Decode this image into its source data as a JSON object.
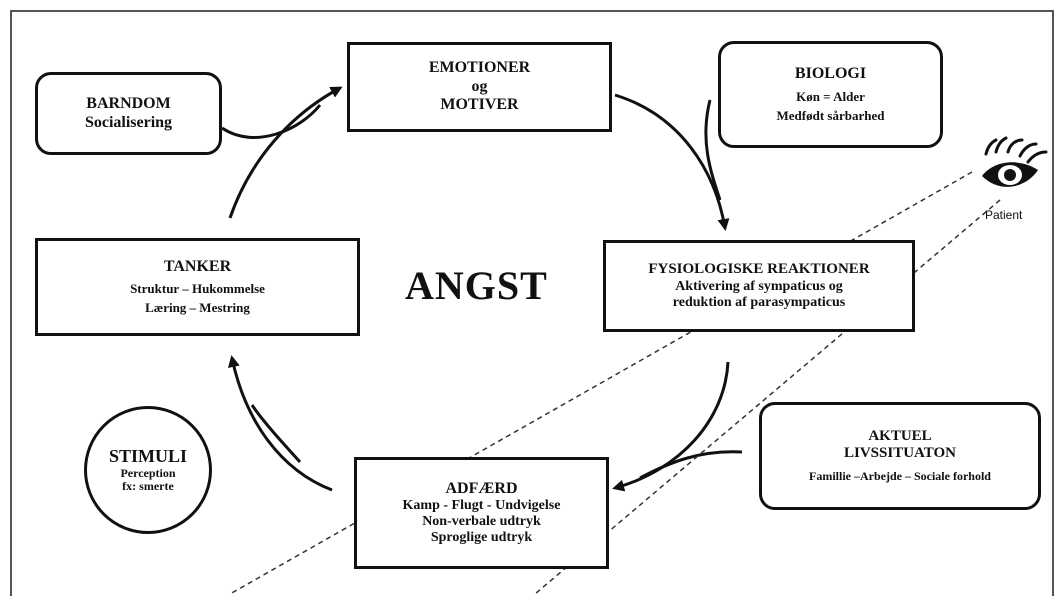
{
  "center": {
    "title": "ANGST"
  },
  "nodes": {
    "emotioner": {
      "lines": [
        "EMOTIONER",
        "og",
        "MOTIVER"
      ]
    },
    "barndom": {
      "lines": [
        "BARNDOM",
        "Socialisering"
      ]
    },
    "biologi": {
      "lines": [
        "BIOLOGI",
        "Køn = Alder",
        "Medfødt sårbarhed"
      ]
    },
    "fysiologiske": {
      "lines": [
        "FYSIOLOGISKE REAKTIONER",
        "Aktivering af sympaticus og",
        "reduktion af parasympaticus"
      ]
    },
    "tanker": {
      "lines": [
        "TANKER",
        "Struktur – Hukommelse",
        "Læring – Mestring"
      ]
    },
    "stimuli": {
      "lines": [
        "STIMULI",
        "Perception",
        "fx: smerte"
      ]
    },
    "adfaerd": {
      "lines": [
        "ADFÆRD",
        "Kamp - Flugt - Undvigelse",
        "Non-verbale udtryk",
        "Sproglige udtryk"
      ]
    },
    "aktuel": {
      "lines": [
        "AKTUEL",
        "LIVSSITUATON",
        "Famillie –Arbejde – Sociale forhold"
      ]
    }
  },
  "observer": {
    "label": "Patient",
    "icon": "eye-icon"
  }
}
